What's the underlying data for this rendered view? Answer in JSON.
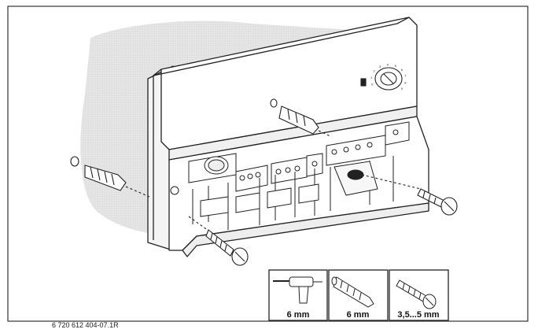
{
  "figure": {
    "code": "6 720 612 404-07.1R",
    "callouts": [
      {
        "icon": "drill-icon",
        "label": "6 mm"
      },
      {
        "icon": "wall-plug-icon",
        "label": "6 mm"
      },
      {
        "icon": "screw-icon",
        "label": "3,5...5 mm"
      }
    ],
    "dial_marks": [
      "0",
      "1",
      "2",
      "3",
      "4",
      "5",
      "6",
      "7",
      "8",
      "9"
    ]
  }
}
